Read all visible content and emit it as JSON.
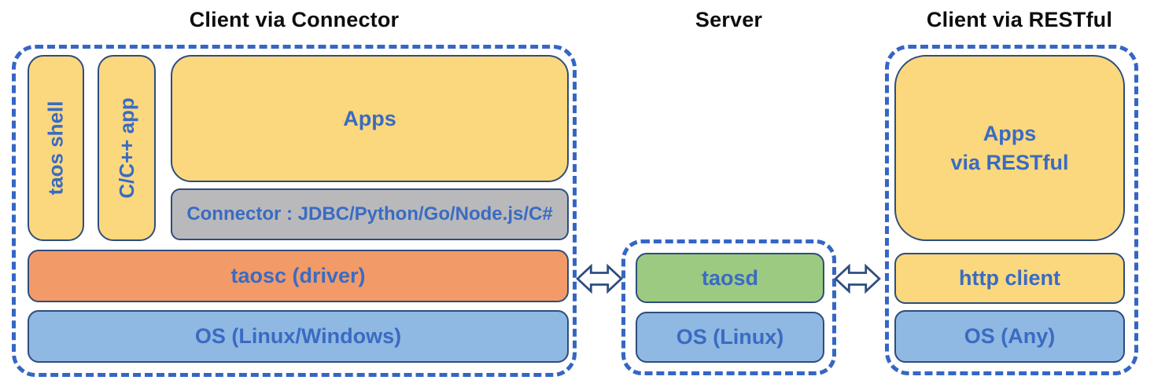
{
  "titles": {
    "client_connector": "Client via Connector",
    "server": "Server",
    "client_restful": "Client via RESTful"
  },
  "client_connector": {
    "taos_shell": "taos shell",
    "cpp_app": "C/C++ app",
    "apps": "Apps",
    "connector": "Connector : JDBC/Python/Go/Node.js/C#",
    "taosc_driver": "taosc (driver)",
    "os": "OS (Linux/Windows)"
  },
  "server": {
    "taosd": "taosd",
    "os": "OS (Linux)"
  },
  "client_restful": {
    "apps_line1": "Apps",
    "apps_line2": "via RESTful",
    "http_client": "http client",
    "os": "OS (Any)"
  },
  "icons": {
    "left_link": "bidirectional-arrow",
    "right_link": "bidirectional-arrow"
  },
  "colors": {
    "dashed_border": "#3566c4",
    "box_border": "#2e4d7e",
    "label_blue": "#3a6bc3",
    "yellow_box": "#fbd87d",
    "gray_box": "#b9b9bb",
    "orange_box": "#f29b68",
    "blue_box": "#8fb8e2",
    "green_box": "#9cca80",
    "title_text": "#0d0d0d"
  }
}
